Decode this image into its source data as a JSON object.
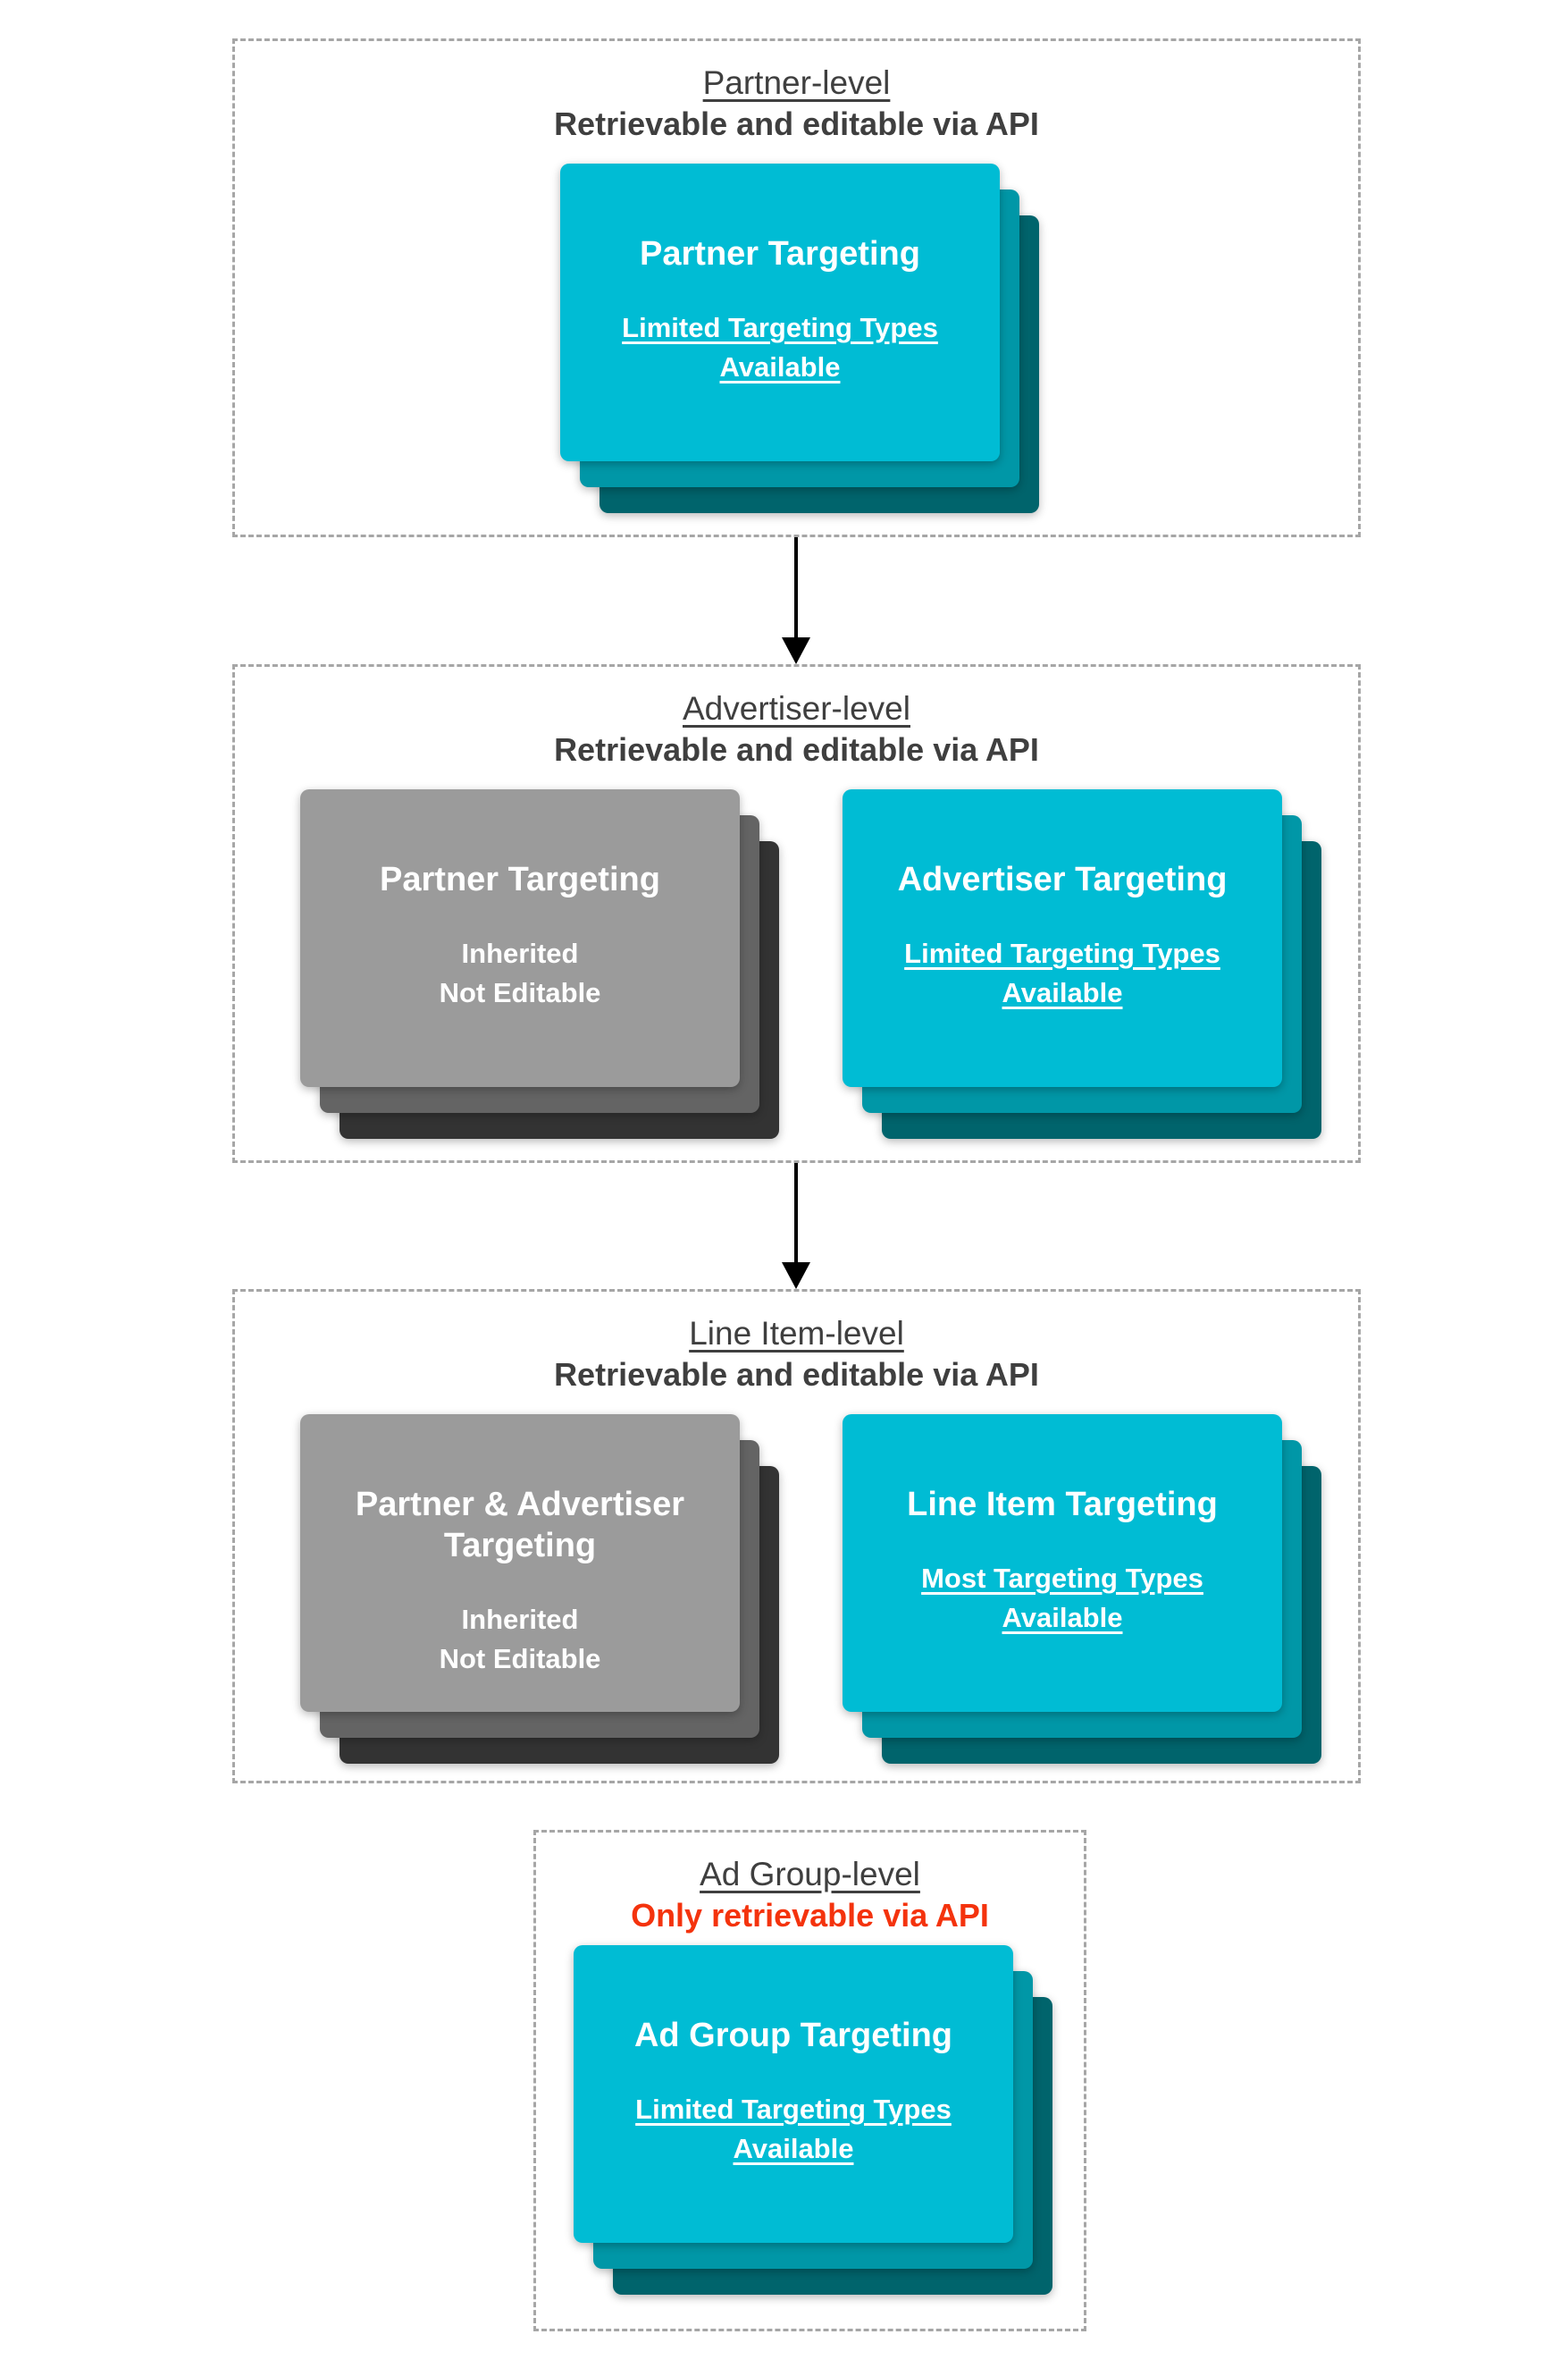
{
  "colors": {
    "teal_front": "#00bcd4",
    "teal_mid": "#0097a7",
    "teal_back": "#00646c",
    "gray_front": "#9b9b9b",
    "gray_mid": "#646464",
    "gray_back": "#333333",
    "heading": "#3f3f3f",
    "red": "#f4330d",
    "card_text": "#ffffff",
    "border": "#a6a6a6",
    "arrow": "#000000"
  },
  "sections": [
    {
      "id": "partner-level",
      "title": "Partner-level",
      "subtitle": "Retrievable and editable via API",
      "subtitle_style": "dark",
      "cards": [
        {
          "variant": "teal",
          "title_lines": [
            "Partner Targeting"
          ],
          "subtitle_lines": [
            "Limited Targeting Types",
            "Available"
          ],
          "subtitle_underline": true
        }
      ]
    },
    {
      "id": "advertiser-level",
      "title": "Advertiser-level",
      "subtitle": "Retrievable and editable via API",
      "subtitle_style": "dark",
      "cards": [
        {
          "variant": "gray",
          "title_lines": [
            "Partner Targeting"
          ],
          "subtitle_lines": [
            "Inherited",
            "Not Editable"
          ],
          "subtitle_underline": false
        },
        {
          "variant": "teal",
          "title_lines": [
            "Advertiser Targeting"
          ],
          "subtitle_lines": [
            "Limited Targeting Types",
            "Available"
          ],
          "subtitle_underline": true
        }
      ]
    },
    {
      "id": "line-item-level",
      "title": "Line Item-level",
      "subtitle": "Retrievable and editable via API",
      "subtitle_style": "dark",
      "cards": [
        {
          "variant": "gray",
          "title_lines": [
            "Partner & Advertiser",
            "Targeting"
          ],
          "subtitle_lines": [
            "Inherited",
            "Not Editable"
          ],
          "subtitle_underline": false
        },
        {
          "variant": "teal",
          "title_lines": [
            "Line Item Targeting"
          ],
          "subtitle_lines": [
            "Most Targeting Types",
            "Available"
          ],
          "subtitle_underline": true
        }
      ]
    },
    {
      "id": "ad-group-level",
      "title": "Ad Group-level",
      "subtitle": "Only retrievable via API",
      "subtitle_style": "red",
      "cards": [
        {
          "variant": "teal",
          "title_lines": [
            "Ad Group Targeting"
          ],
          "subtitle_lines": [
            "Limited Targeting Types",
            "Available"
          ],
          "subtitle_underline": true
        }
      ]
    }
  ]
}
